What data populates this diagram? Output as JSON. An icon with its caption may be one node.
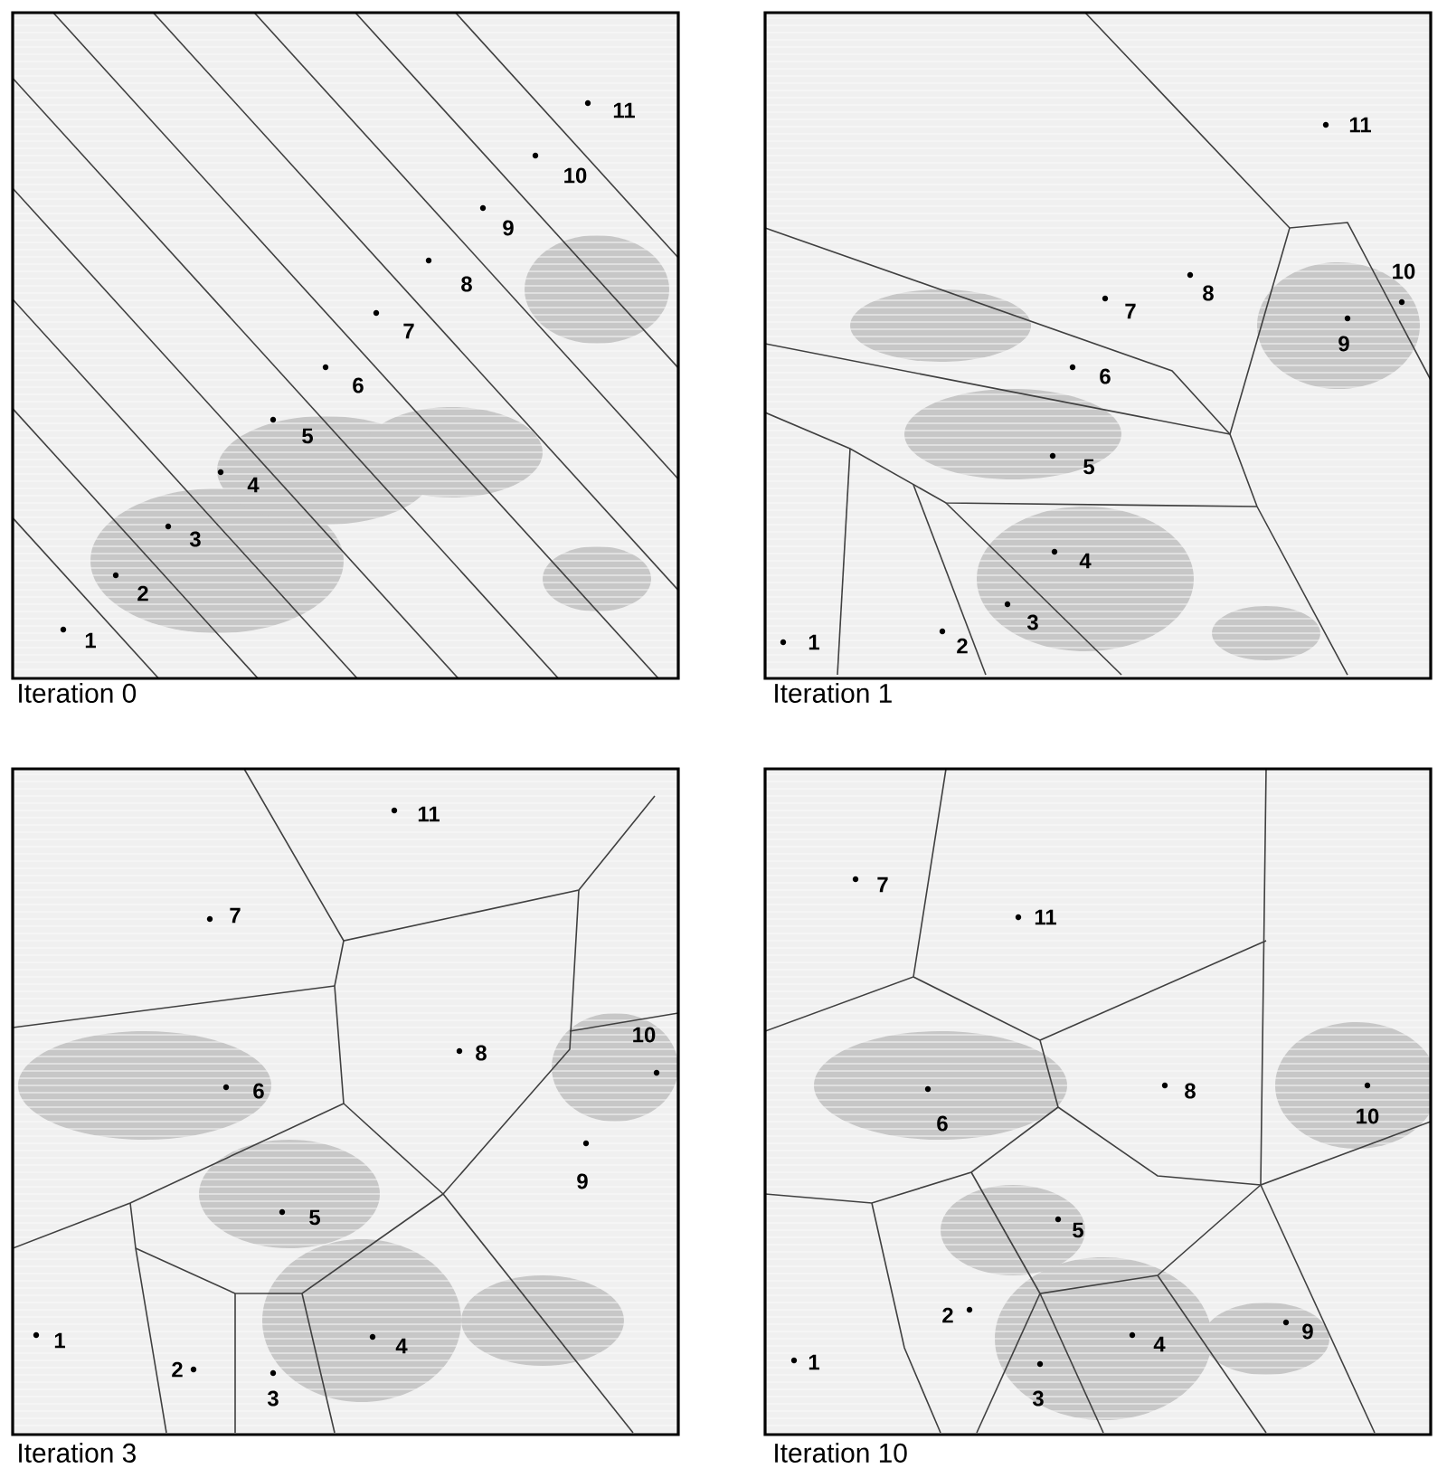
{
  "diagram": {
    "labels": [
      "11",
      "10",
      "9",
      "8",
      "7",
      "6",
      "5",
      "4",
      "3",
      "2",
      "1",
      "Iteration 0",
      "11",
      "10",
      "8",
      "7",
      "9",
      "6",
      "5",
      "4",
      "3",
      "1",
      "2",
      "Iteration 1",
      "11",
      "7",
      "10",
      "8",
      "6",
      "9",
      "5",
      "1",
      "4",
      "2",
      "3",
      "Iteration 3",
      "7",
      "11",
      "8",
      "10",
      "6",
      "5",
      "2",
      "9",
      "4",
      "1",
      "3",
      "Iteration 10"
    ]
  }
}
